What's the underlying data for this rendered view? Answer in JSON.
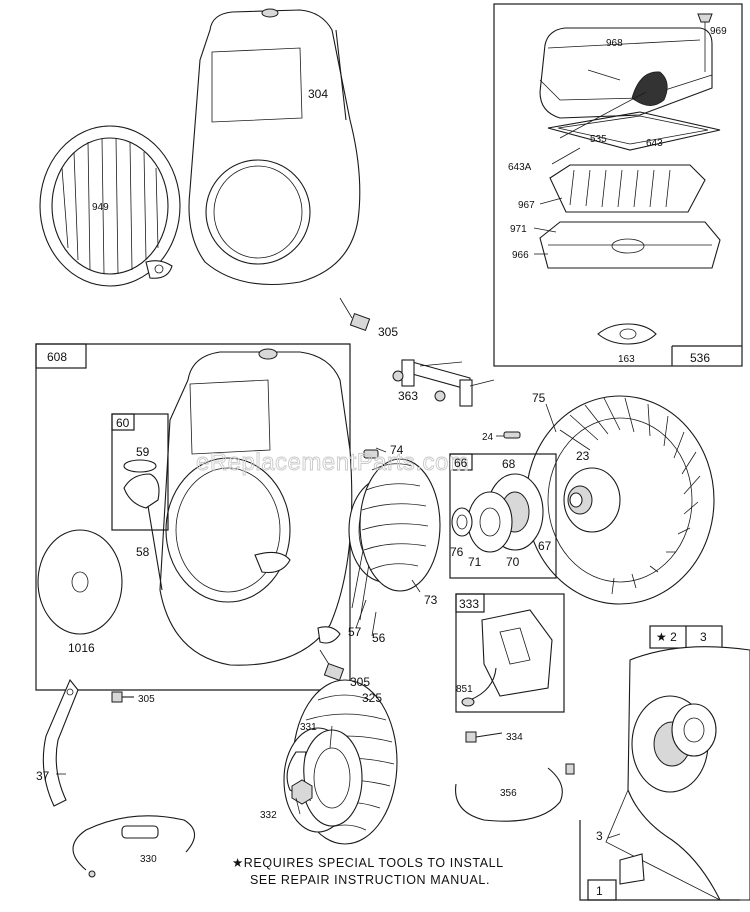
{
  "watermark": "eReplacementParts.com",
  "note": {
    "line1": "★REQUIRES SPECIAL TOOLS TO INSTALL",
    "line2": "SEE REPAIR INSTRUCTION MANUAL."
  },
  "kit_labels": {
    "k608": "608",
    "k536": "536",
    "k60": "60",
    "k66": "66",
    "k333": "333",
    "k2": "★ 2",
    "k3box": "3",
    "k1": "1"
  },
  "part_labels": {
    "p968": "968",
    "p969": "969",
    "p304": "304",
    "p949": "949",
    "p535": "535",
    "p643": "643",
    "p643A": "643A",
    "p967": "967",
    "p971": "971",
    "p966": "966",
    "p163": "163",
    "p305a": "305",
    "p363": "363",
    "p75": "75",
    "p74": "74",
    "p24": "24",
    "p23": "23",
    "p68": "68",
    "p59": "59",
    "p58": "58",
    "p76": "76",
    "p71": "71",
    "p70": "70",
    "p67": "67",
    "p73": "73",
    "p57": "57",
    "p56": "56",
    "p1016": "1016",
    "p305b": "305",
    "p305c": "305",
    "p325": "325",
    "p851": "851",
    "p334": "334",
    "p37": "37",
    "p331": "331",
    "p332": "332",
    "p356": "356",
    "p330": "330",
    "p3": "3"
  }
}
